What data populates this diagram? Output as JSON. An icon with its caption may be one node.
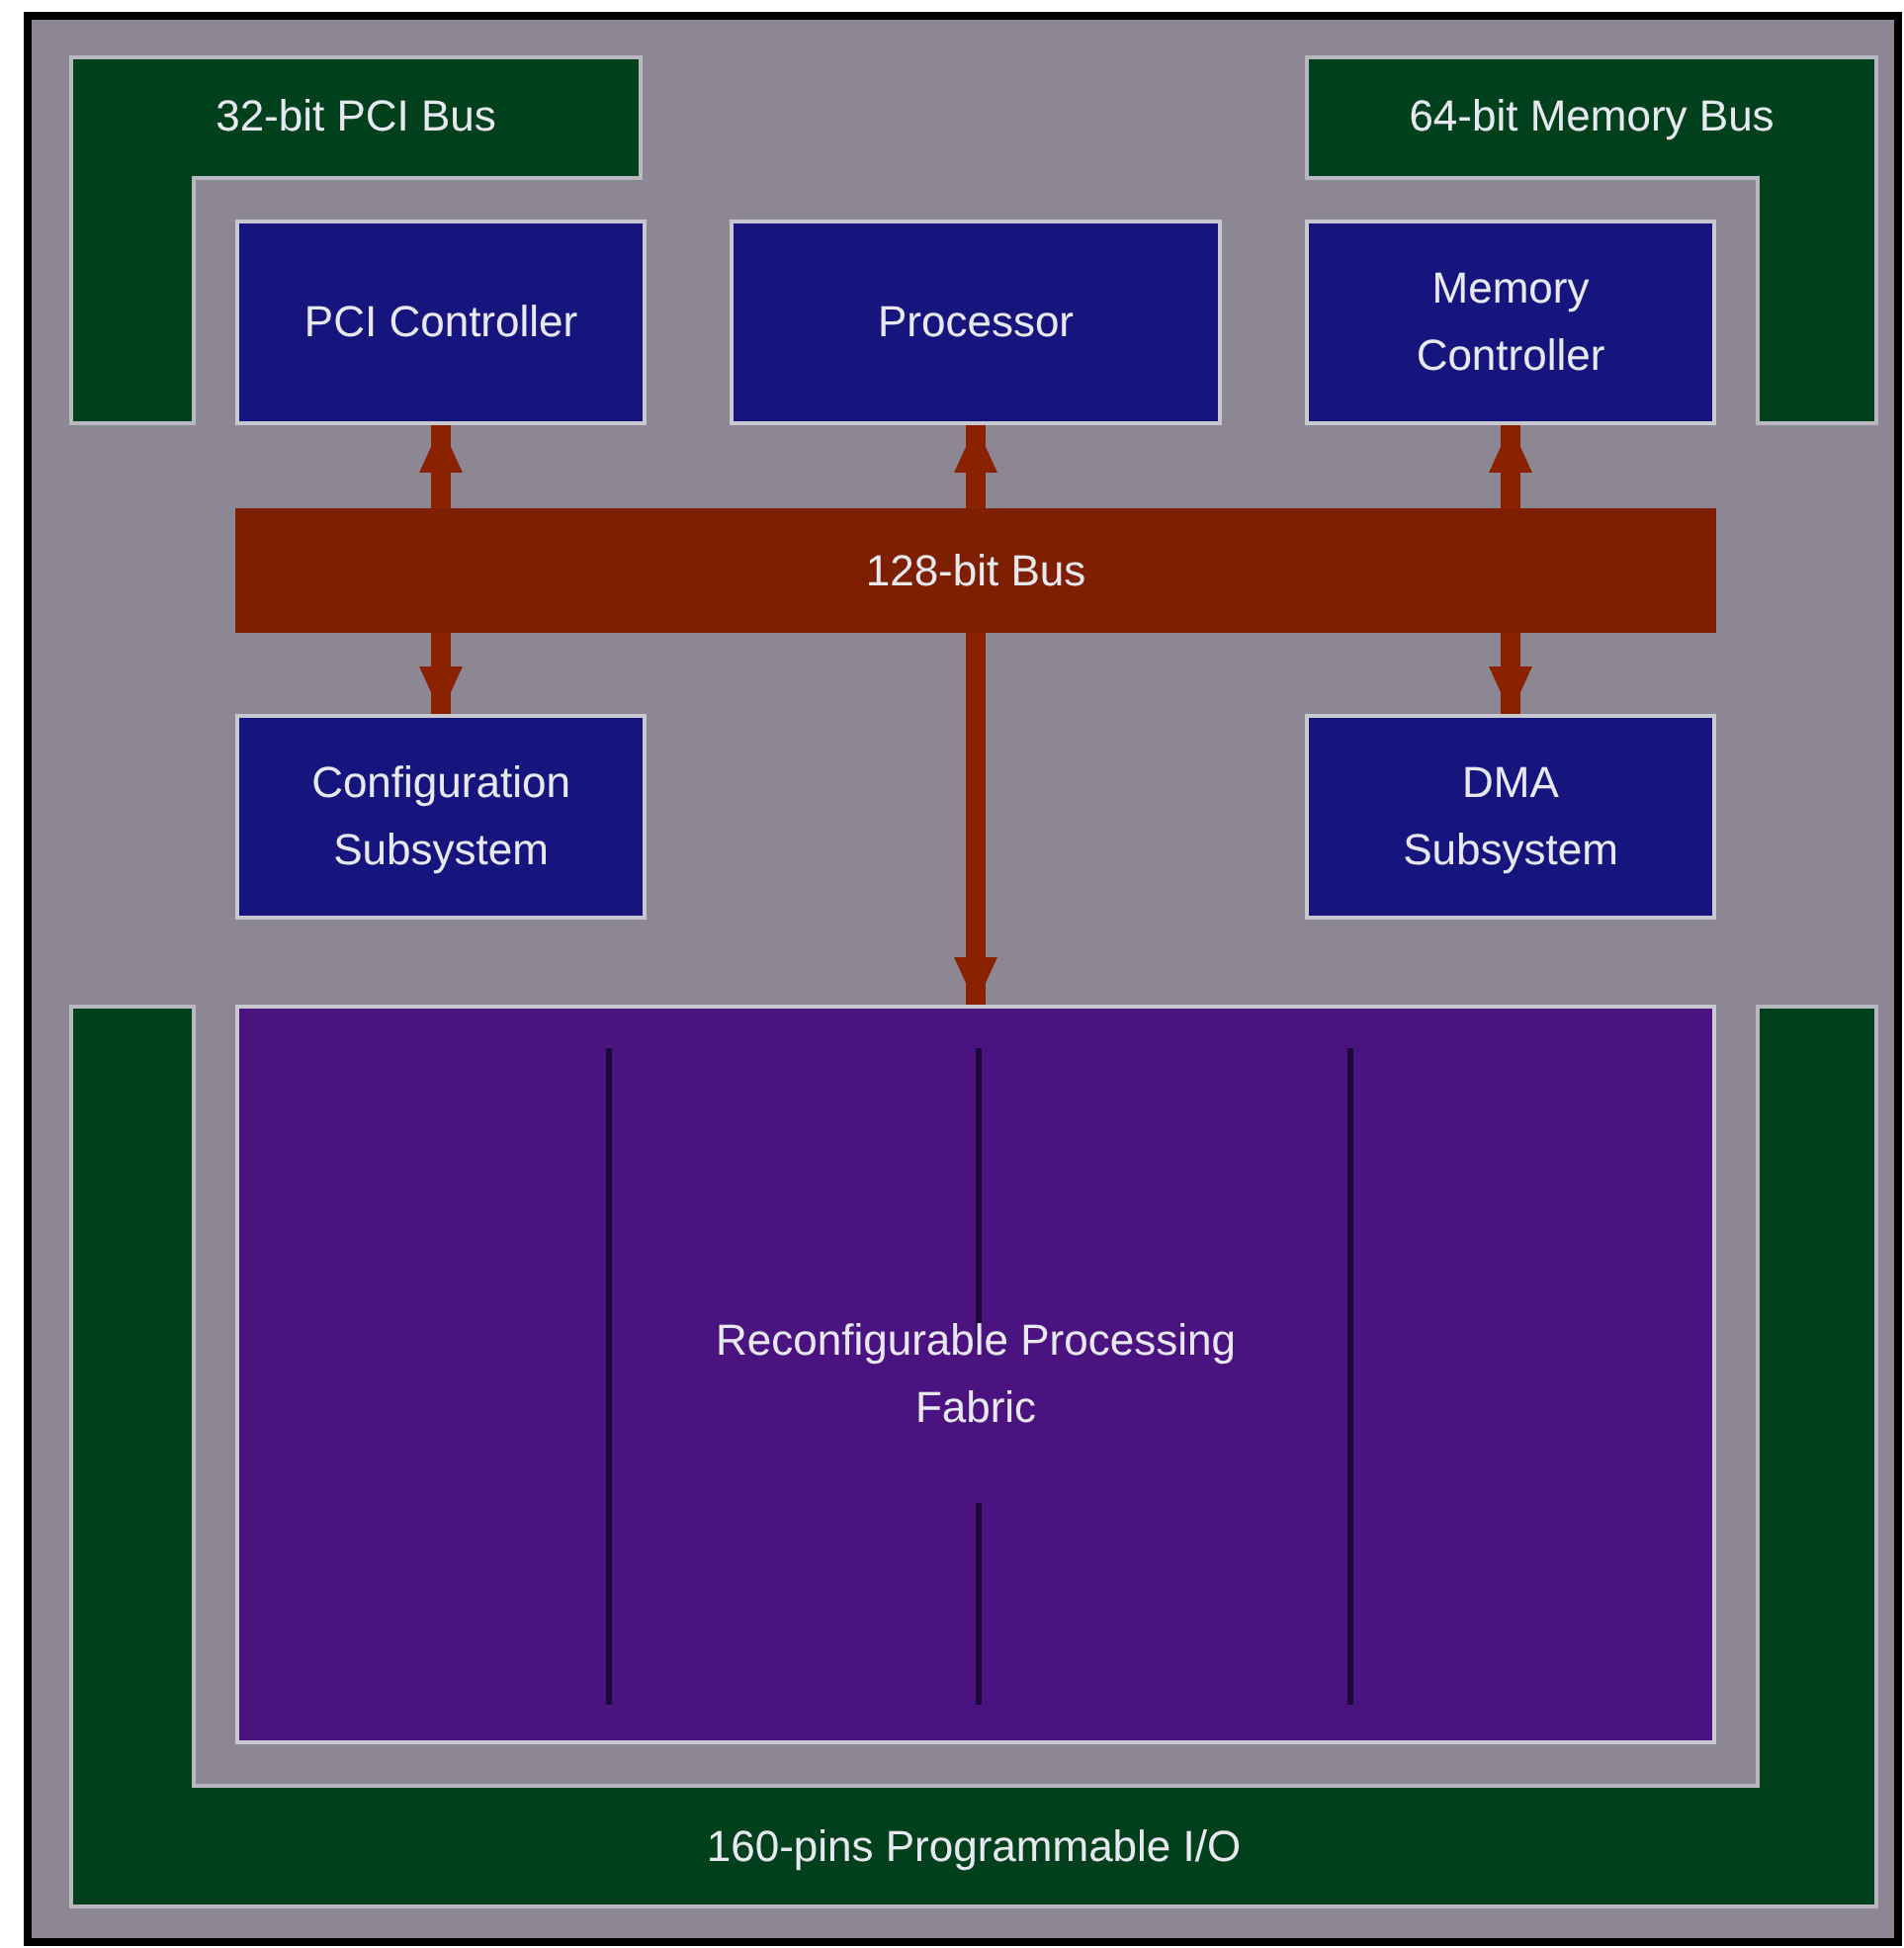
{
  "diagram": {
    "nodes": [
      {
        "text": [
          "32-bit PCI Bus"
        ]
      },
      {
        "text": [
          "64-bit Memory Bus"
        ]
      },
      {
        "text": [
          "PCI Controller"
        ]
      },
      {
        "text": [
          "Processor"
        ]
      },
      {
        "text": [
          "Memory Controller"
        ]
      },
      {
        "text": [
          "128-bit Bus"
        ]
      },
      {
        "text": [
          "Configuration Subsystem"
        ]
      },
      {
        "text": [
          "DMA Subsystem"
        ]
      },
      {
        "text": [
          "Reconfigurable Processing Fabric"
        ]
      },
      {
        "text": [
          "160-pins Programmable I/O"
        ]
      }
    ],
    "edges": [
      {
        "from": 5,
        "to": 2,
        "arrow": "to"
      },
      {
        "from": 5,
        "to": 6,
        "arrow": "to"
      },
      {
        "from": 5,
        "to": 3,
        "arrow": "to"
      },
      {
        "from": 5,
        "to": 8,
        "arrow": "to"
      },
      {
        "from": 5,
        "to": 4,
        "arrow": "to"
      },
      {
        "from": 5,
        "to": 7,
        "arrow": "to"
      }
    ]
  }
}
